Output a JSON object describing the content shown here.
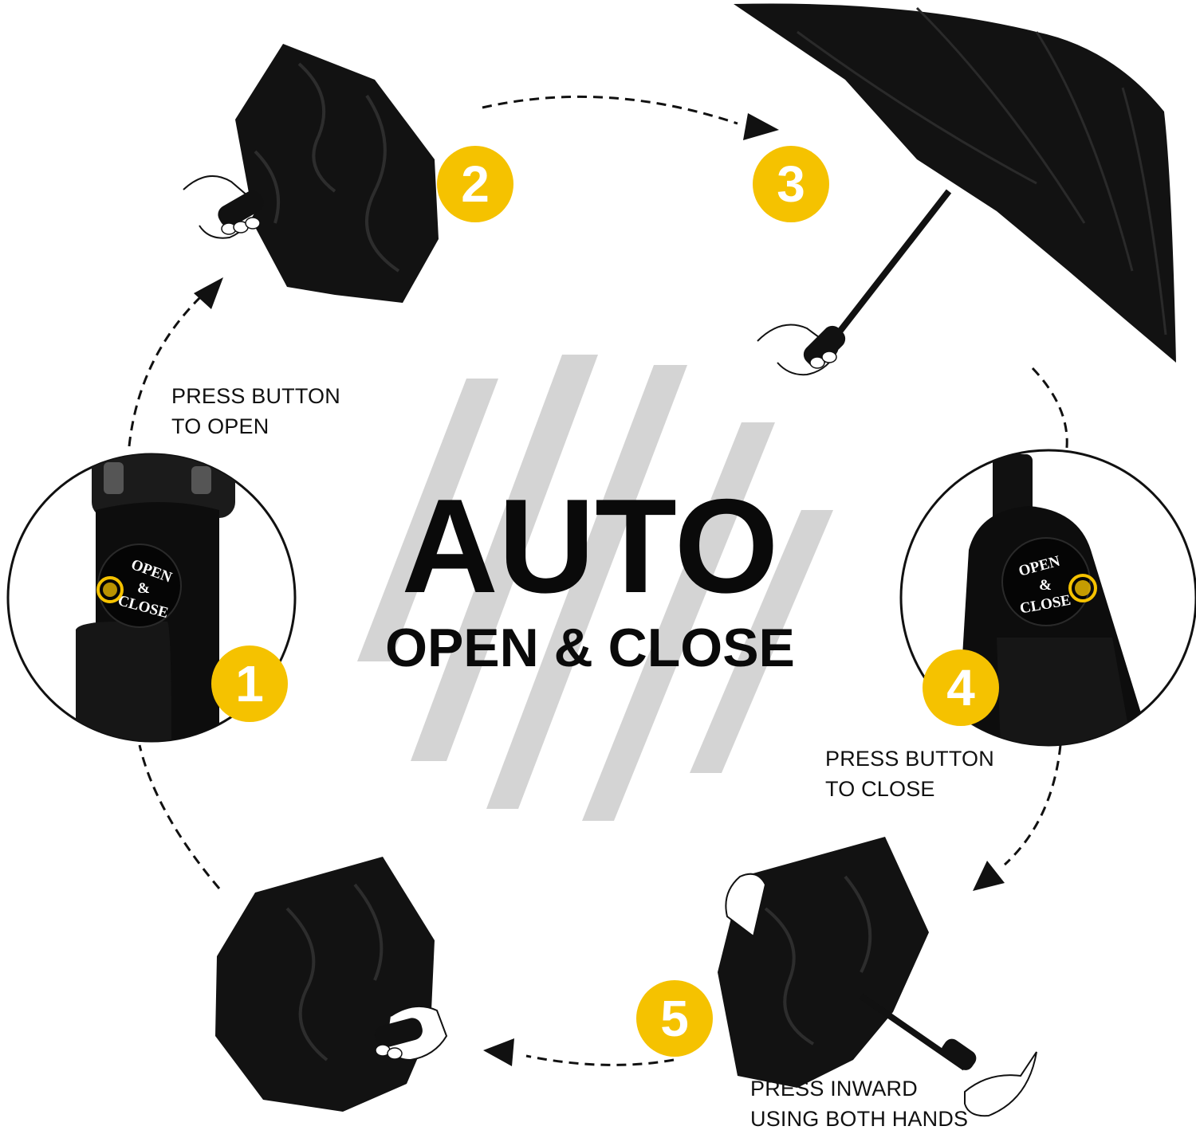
{
  "headline": {
    "main": "AUTO",
    "sub": "OPEN & CLOSE"
  },
  "steps": [
    {
      "number": "1",
      "caption": "PRESS BUTTON\nTO OPEN"
    },
    {
      "number": "2",
      "caption": ""
    },
    {
      "number": "3",
      "caption": ""
    },
    {
      "number": "4",
      "caption": "PRESS BUTTON\nTO CLOSE"
    },
    {
      "number": "5",
      "caption": "PRESS INWARD\nUSING BOTH HANDS"
    }
  ],
  "handle_button": {
    "line1": "OPEN",
    "line2": "&",
    "line3": "CLOSE"
  },
  "colors": {
    "badge": "#f5c200",
    "stripes": "#d4d4d4",
    "ink": "#0a0a0a",
    "canopy": "#121212"
  }
}
